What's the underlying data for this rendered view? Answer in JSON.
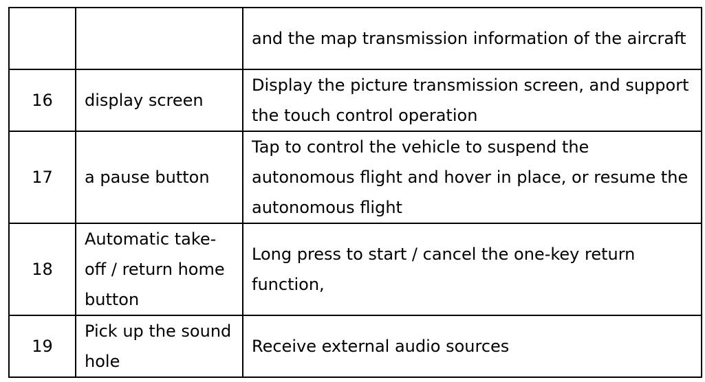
{
  "rows": [
    {
      "number": "",
      "name": "",
      "description": "and the map transmission information of the aircraft"
    },
    {
      "number": "16",
      "name": "display screen",
      "description": "Display the picture transmission screen, and support the touch control operation"
    },
    {
      "number": "17",
      "name": "a pause button",
      "description": "Tap to control the vehicle to suspend the autonomous flight and hover in place, or resume the autonomous flight"
    },
    {
      "number": "18",
      "name": "Automatic take-off / return home button",
      "description": "Long press to start / cancel the one-key return function,"
    },
    {
      "number": "19",
      "name": "Pick up the sound hole",
      "description": "Receive external audio sources"
    }
  ]
}
